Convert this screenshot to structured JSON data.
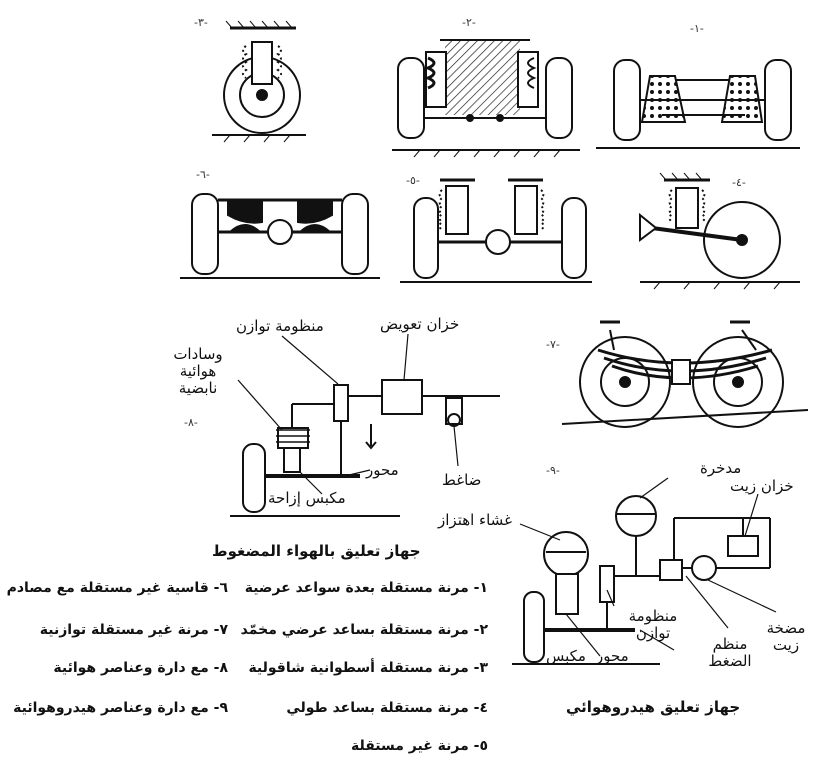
{
  "figure_numbers": [
    "-١-",
    "-٢-",
    "-٣-",
    "-٤-",
    "-٥-",
    "-٦-",
    "-٧-",
    "-٨-",
    "-٩-"
  ],
  "fig8": {
    "caption": "جهاز تعليق بالهواء المضغوط",
    "labels": {
      "balance_system": "منظومة توازن",
      "compensation_tank": "خزان تعويض",
      "air_springs": "وسادات هوائية نابضية",
      "axle": "محور",
      "compressor": "ضاغط",
      "displacement_piston": "مكبس إزاحة"
    }
  },
  "fig9": {
    "caption": "جهاز تعليق هيدروهوائي",
    "labels": {
      "accumulator": "مدخرة",
      "oil_tank": "خزان زيت",
      "vibration_membrane": "غشاء اهتزاز",
      "balance_system": "منظومة توازن",
      "axle": "محور",
      "piston": "مكبس",
      "pressure_regulator": "منظم الضغط",
      "oil_pump": "مضخة زيت"
    }
  },
  "legend": {
    "right_column": [
      "١- مرنة مستقلة بعدة سواعد عرضية",
      "٢- مرنة مستقلة بساعد عرضي مخمّد",
      "٣- مرنة مستقلة أسطوانية شاقولية",
      "٤- مرنة مستقلة بساعد طولي",
      "٥- مرنة غير مستقلة"
    ],
    "left_column": [
      "٦- قاسية غير مستقلة مع مصادم",
      "٧- مرنة غير مستقلة توازنية",
      "٨- مع دارة وعناصر هوائية",
      "٩- مع دارة وعناصر  هيدروهوائية"
    ]
  }
}
